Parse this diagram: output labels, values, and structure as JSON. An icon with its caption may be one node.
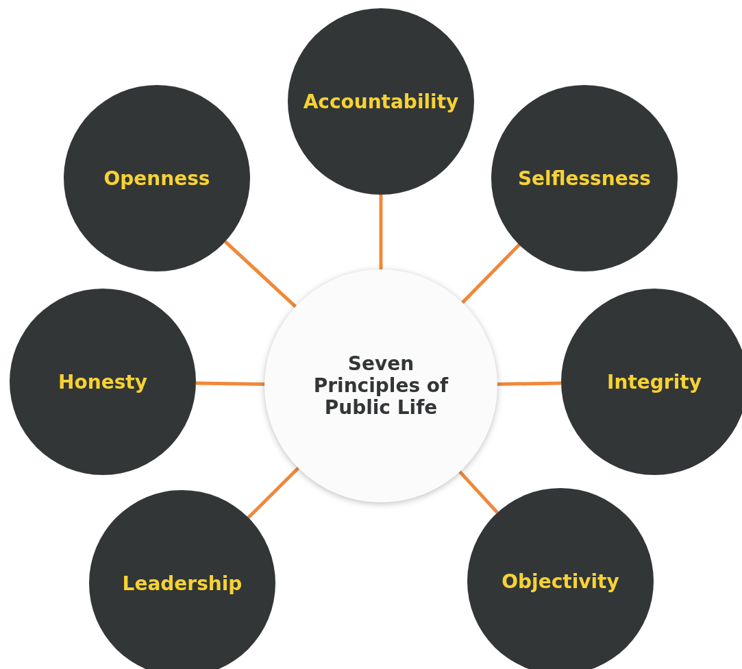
{
  "diagram": {
    "nodes": [
      {
        "text": [
          "Seven Principles of Public Life"
        ]
      },
      {
        "text": [
          "Accountability"
        ]
      },
      {
        "text": [
          "Openness"
        ]
      },
      {
        "text": [
          "Selflessness"
        ]
      },
      {
        "text": [
          "Honesty"
        ]
      },
      {
        "text": [
          "Integrity"
        ]
      },
      {
        "text": [
          "Leadership"
        ]
      },
      {
        "text": [
          "Objectivity"
        ]
      }
    ],
    "edges": [
      {
        "from": 0,
        "to": 1,
        "arrow": "none"
      },
      {
        "from": 0,
        "to": 2,
        "arrow": "none"
      },
      {
        "from": 0,
        "to": 3,
        "arrow": "none"
      },
      {
        "from": 0,
        "to": 4,
        "arrow": "none"
      },
      {
        "from": 0,
        "to": 5,
        "arrow": "none"
      },
      {
        "from": 0,
        "to": 6,
        "arrow": "none"
      },
      {
        "from": 0,
        "to": 7,
        "arrow": "none"
      }
    ]
  }
}
